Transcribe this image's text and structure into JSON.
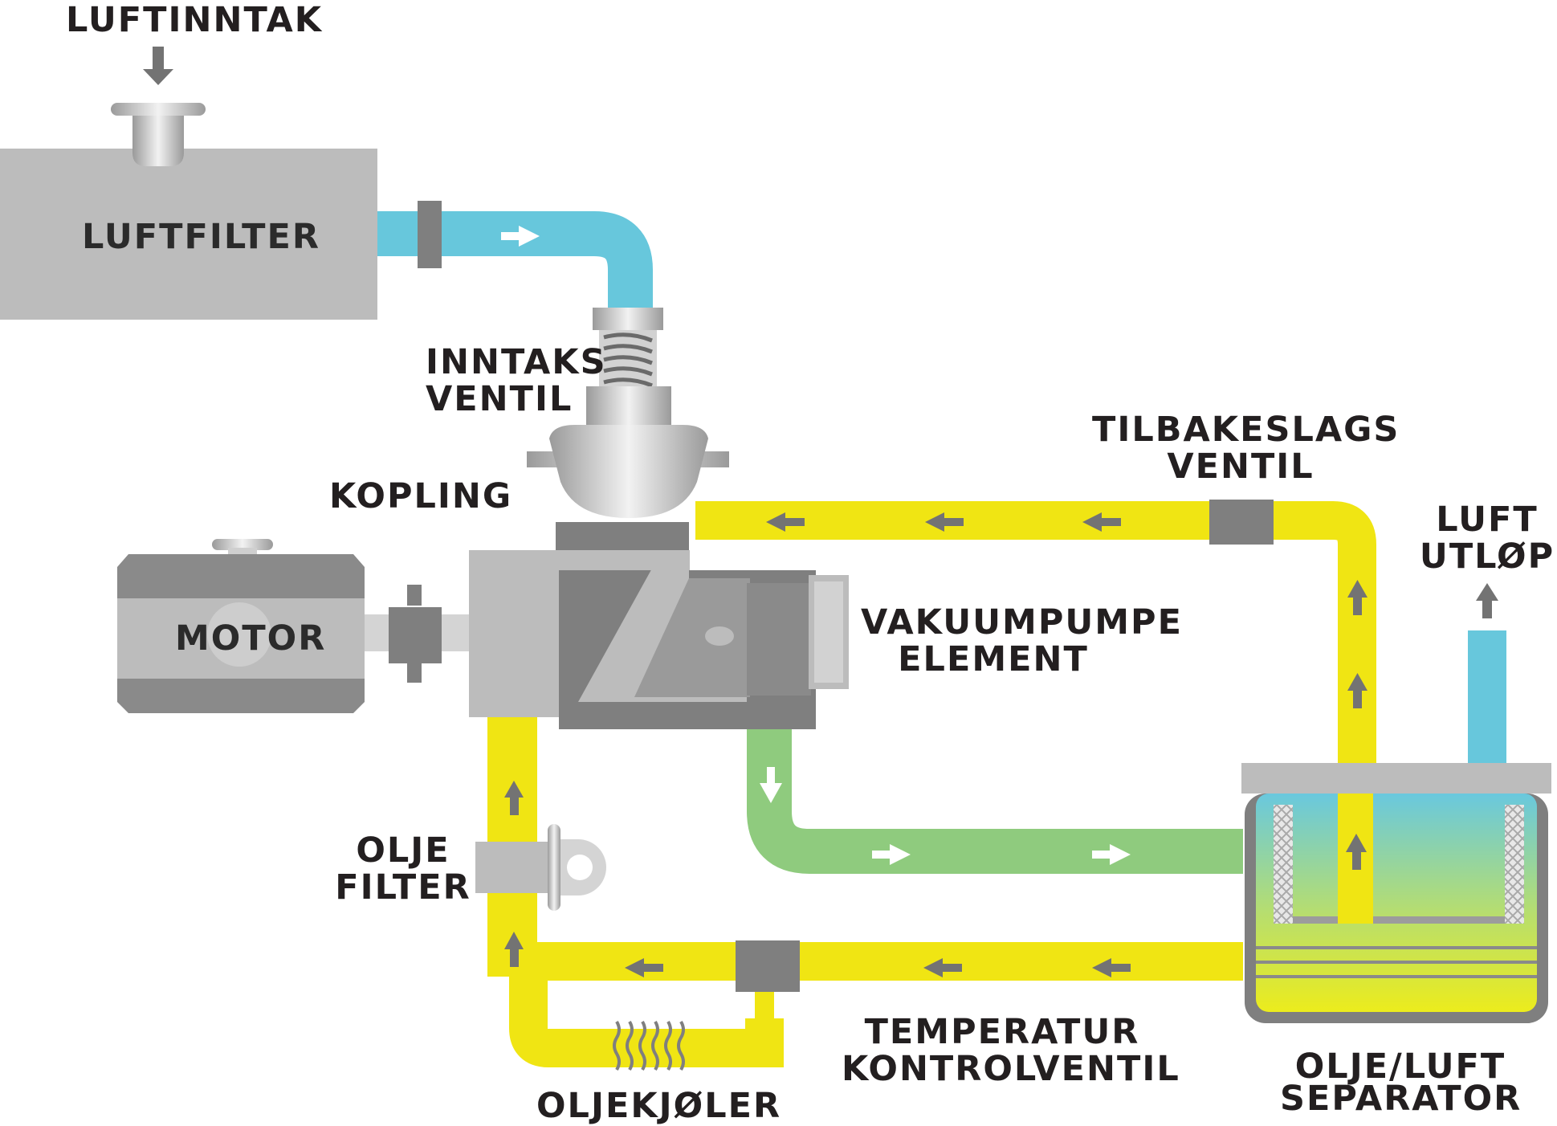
{
  "labels": {
    "air_intake": "LUFTINNTAK",
    "air_filter": "LUFTFILTER",
    "intake_valve_1": "INNTAKS",
    "intake_valve_2": "VENTIL",
    "coupling": "KOPLING",
    "motor": "MOTOR",
    "pump_element_1": "VAKUUMPUMPE",
    "pump_element_2": "ELEMENT",
    "check_valve_1": "TILBAKESLAGS",
    "check_valve_2": "VENTIL",
    "air_outlet_1": "LUFT",
    "air_outlet_2": "UTLØP",
    "oil_filter_1": "OLJE",
    "oil_filter_2": "FILTER",
    "temp_valve_1": "TEMPERATUR",
    "temp_valve_2": "KONTROLVENTIL",
    "oil_cooler": "OLJEKJØLER",
    "separator_1": "OLJE/LUFT",
    "separator_2": "SEPARATOR"
  },
  "colors": {
    "air_pipe": "#67c7dc",
    "oil_pipe": "#f0e513",
    "mix_pipe": "#8fcb7e",
    "component_gray": "#bcbcbc",
    "dark_gray": "#7f7f7f",
    "text": "#231f20",
    "arrow_dark": "#737373",
    "arrow_light": "#ffffff"
  }
}
